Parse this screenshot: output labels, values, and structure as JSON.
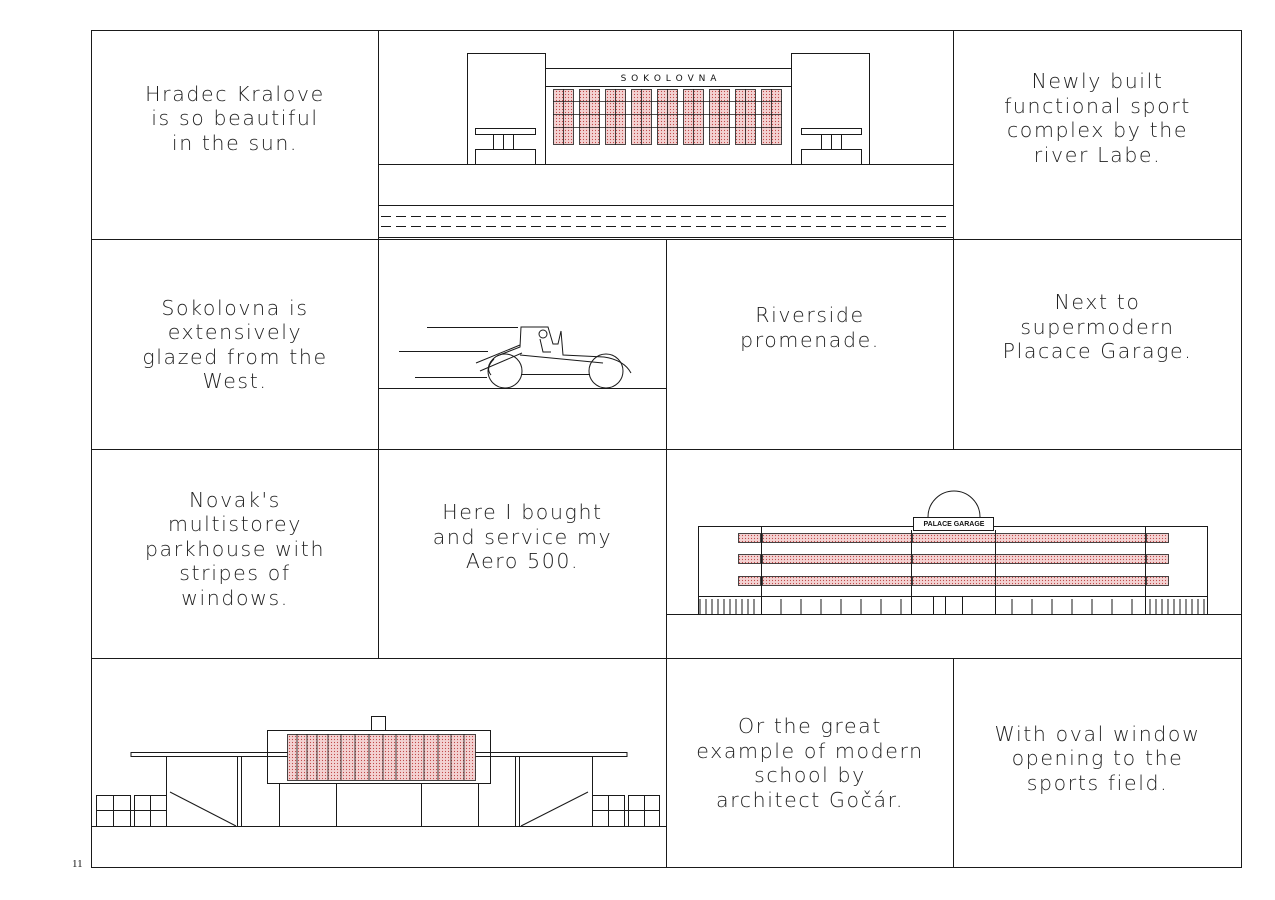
{
  "page": {
    "number": "11"
  },
  "colors": {
    "line": "#1a1a1a",
    "glass": "#e7a9a9",
    "glass_hatch": "#c04848"
  },
  "panels": {
    "hradec_text": "Hradec Kralove\nis so beautiful\nin the sun.",
    "sokolovna_sign": "S   O   K   O   L   O   V   N   A",
    "sport_complex_text": "Newly built\nfunctional sport\ncomplex by the\nriver Labe.",
    "glazed_text": "Sokolovna is\nextensively\nglazed from the\nWest.",
    "promenade_text": "Riverside\npromenade.",
    "garage_text": "Next to\nsupermodern\nPlacace Garage.",
    "novak_text": "Novak's\nmultistorey\nparkhouse with\nstripes of\nwindows.",
    "aero_text": "Here I bought\nand service my\nAero 500.",
    "palace_sign": "PALACE GARAGE",
    "school_text": "Or the great\nexample of modern\nschool by\narchitect Gočár.",
    "oval_text": "With oval window\nopening to the\nsports field."
  }
}
